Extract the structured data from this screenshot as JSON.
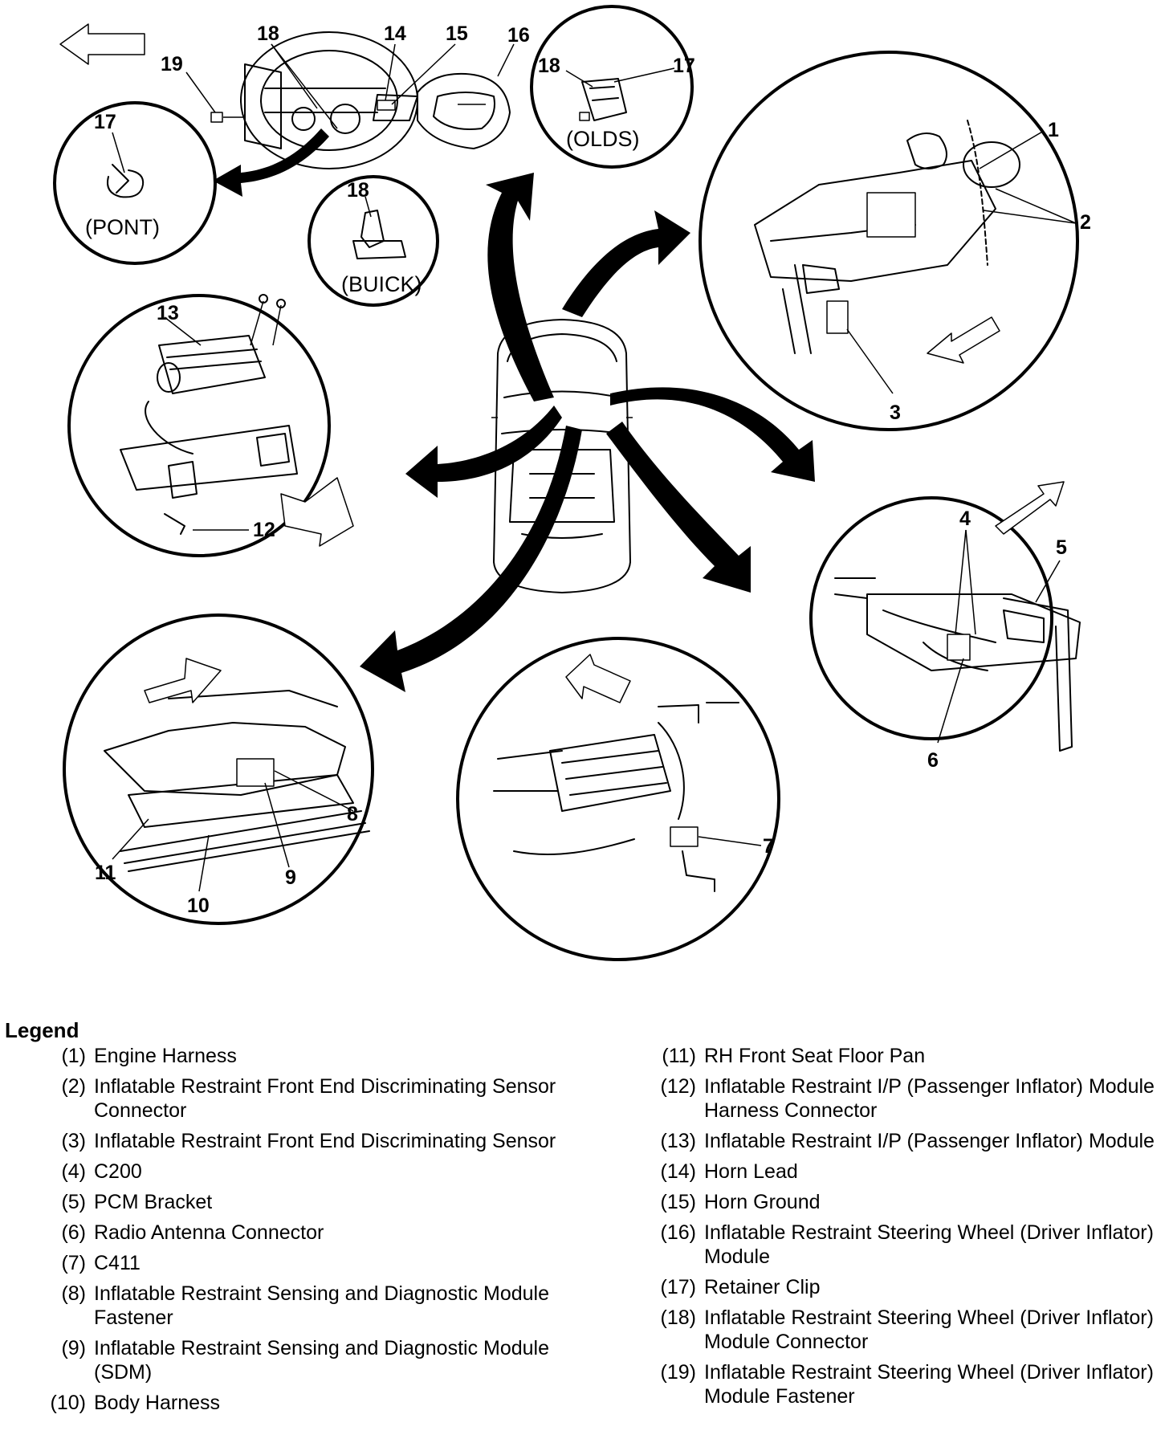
{
  "callouts": {
    "c1": "1",
    "c2": "2",
    "c3": "3",
    "c4": "4",
    "c5": "5",
    "c6": "6",
    "c7": "7",
    "c8": "8",
    "c9": "9",
    "c10": "10",
    "c11": "11",
    "c12": "12",
    "c13": "13",
    "c14": "14",
    "c15": "15",
    "c16": "16",
    "c17_pont": "17",
    "c17_olds": "17",
    "c18_top": "18",
    "c18_olds": "18",
    "c18_buick": "18",
    "c19": "19"
  },
  "brands": {
    "pont": "(PONT)",
    "olds": "(OLDS)",
    "buick": "(BUICK)"
  },
  "icons": {
    "direction_arrow": "view-direction-arrow-icon",
    "curved_arrow": "curved-pointer-arrow-icon"
  },
  "legend": {
    "title": "Legend",
    "left": [
      {
        "num": "(1)",
        "text": "Engine Harness"
      },
      {
        "num": "(2)",
        "text": "Inflatable Restraint Front End Discriminating Sensor Connector"
      },
      {
        "num": "(3)",
        "text": "Inflatable Restraint Front End Discriminating Sensor"
      },
      {
        "num": "(4)",
        "text": "C200"
      },
      {
        "num": "(5)",
        "text": "PCM Bracket"
      },
      {
        "num": "(6)",
        "text": "Radio Antenna Connector"
      },
      {
        "num": "(7)",
        "text": "C411"
      },
      {
        "num": "(8)",
        "text": "Inflatable Restraint Sensing and Diagnostic Module Fastener"
      },
      {
        "num": "(9)",
        "text": "Inflatable Restraint Sensing and Diagnostic Module (SDM)"
      },
      {
        "num": "(10)",
        "text": "Body Harness"
      }
    ],
    "right": [
      {
        "num": "(11)",
        "text": "RH Front Seat Floor Pan"
      },
      {
        "num": "(12)",
        "text": "Inflatable Restraint I/P (Passenger Inflator) Module Harness Connector"
      },
      {
        "num": "(13)",
        "text": "Inflatable Restraint I/P (Passenger Inflator) Module"
      },
      {
        "num": "(14)",
        "text": "Horn Lead"
      },
      {
        "num": "(15)",
        "text": "Horn Ground"
      },
      {
        "num": "(16)",
        "text": "Inflatable Restraint Steering Wheel (Driver Inflator) Module"
      },
      {
        "num": "(17)",
        "text": "Retainer Clip"
      },
      {
        "num": "(18)",
        "text": "Inflatable Restraint Steering Wheel (Driver Inflator) Module Connector"
      },
      {
        "num": "(19)",
        "text": "Inflatable Restraint Steering Wheel (Driver Inflator) Module Fastener"
      }
    ]
  }
}
